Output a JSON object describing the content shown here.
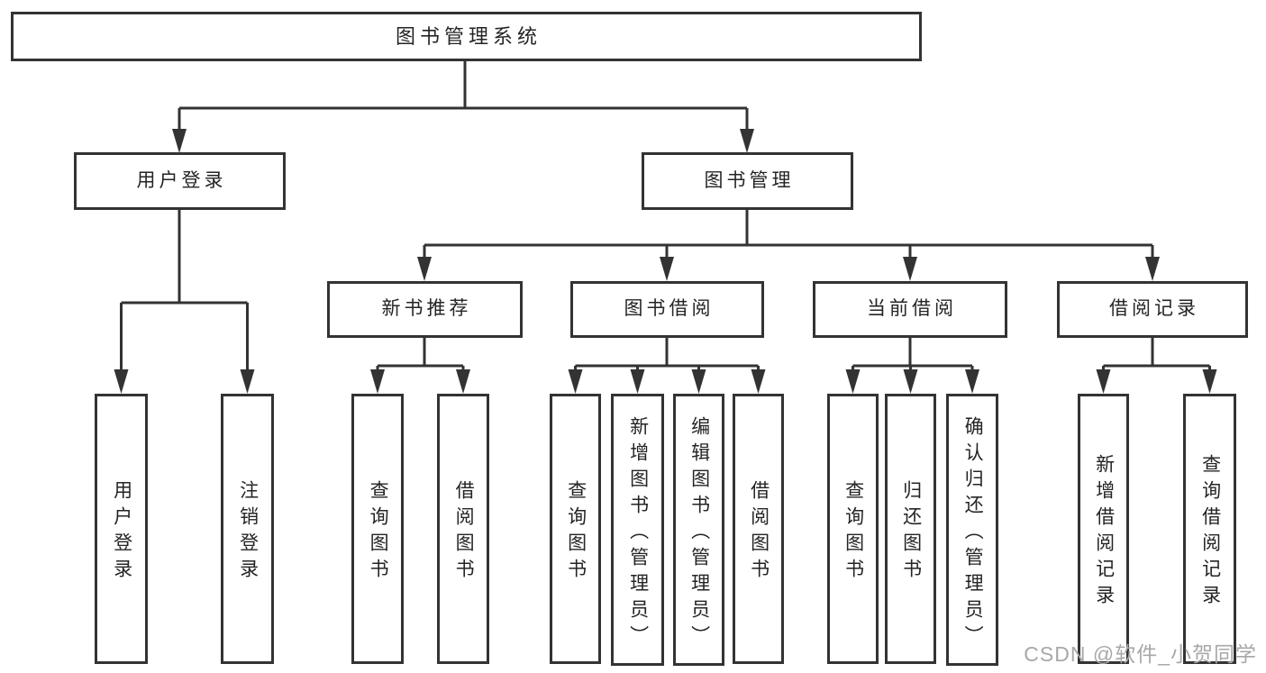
{
  "colors": {
    "bg": "#ffffff",
    "line": "#333333",
    "box_border": "#333333",
    "box_fill": "#ffffff",
    "text": "#242424",
    "watermark": "#a8a8a8"
  },
  "watermark": {
    "text": "CSDN @软件_小贺同学"
  },
  "tree": {
    "root": {
      "label": "图书管理系统",
      "children": [
        {
          "label": "用户登录",
          "children": [
            {
              "label": "用户登录"
            },
            {
              "label": "注销登录"
            }
          ]
        },
        {
          "label": "图书管理",
          "children": [
            {
              "label": "新书推荐",
              "children": [
                {
                  "label": "查询图书"
                },
                {
                  "label": "借阅图书"
                }
              ]
            },
            {
              "label": "图书借阅",
              "children": [
                {
                  "label": "查询图书"
                },
                {
                  "label": "新增图书（管理员）"
                },
                {
                  "label": "编辑图书（管理员）"
                },
                {
                  "label": "借阅图书"
                }
              ]
            },
            {
              "label": "当前借阅",
              "children": [
                {
                  "label": "查询图书"
                },
                {
                  "label": "归还图书"
                },
                {
                  "label": "确认归还（管理员）"
                }
              ]
            },
            {
              "label": "借阅记录",
              "children": [
                {
                  "label": "新增借阅记录"
                },
                {
                  "label": "查询借阅记录"
                }
              ]
            }
          ]
        }
      ]
    }
  }
}
